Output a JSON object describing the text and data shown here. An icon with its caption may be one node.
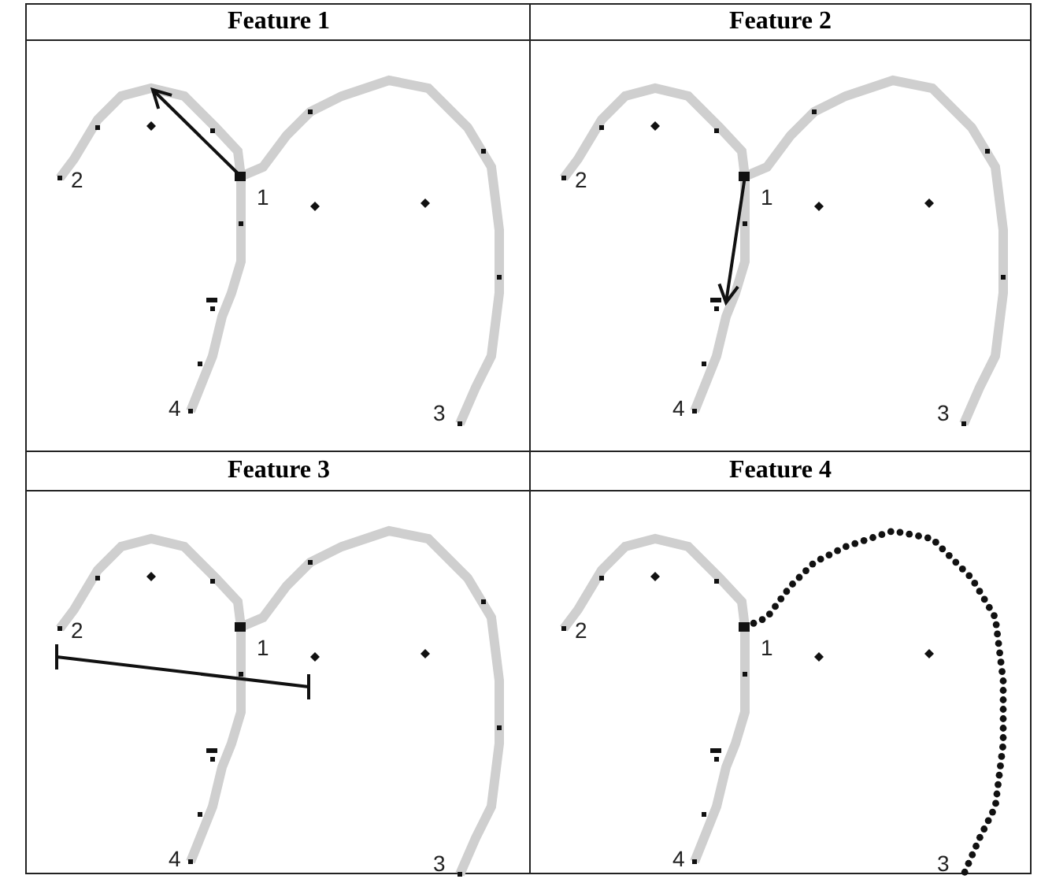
{
  "diagram": {
    "nodes": [
      {
        "text": [
          "Feature 1"
        ]
      },
      {
        "text": [
          "Feature 2"
        ]
      },
      {
        "text": [
          "Feature 3"
        ]
      },
      {
        "text": [
          "Feature 4"
        ]
      }
    ],
    "labels": [
      "2",
      "1",
      "4",
      "3",
      "2",
      "1",
      "4",
      "3",
      "2",
      "1",
      "4",
      "3",
      "2",
      "1",
      "4",
      "3"
    ]
  }
}
